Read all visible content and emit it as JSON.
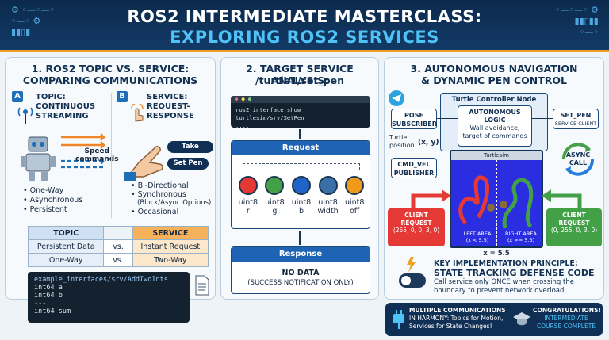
{
  "header": {
    "title_line1": "ROS2 INTERMEDIATE MASTERCLASS:",
    "title_line2": "EXPLORING ROS2 SERVICES"
  },
  "panel1": {
    "title_line1": "1. ROS2 TOPIC VS. SERVICE:",
    "title_line2": "COMPARING COMMUNICATIONS",
    "topic": {
      "badge": "A",
      "title_line1": "TOPIC:",
      "title_line2": "CONTINUOUS",
      "title_line3": "STREAMING",
      "arrow_label_line1": "Speed",
      "arrow_label_line2": "commands",
      "bullets": [
        "One-Way",
        "Asynchronous",
        "Persistent"
      ]
    },
    "service": {
      "badge": "B",
      "title_line1": "SERVICE:",
      "title_line2": "REQUEST-",
      "title_line3": "RESPONSE",
      "button1": "Take Picture",
      "button2": "Set Pen",
      "bullets": [
        "Bi-Directional",
        "Synchronous",
        "(Block/Async Options)",
        "Occasional"
      ]
    },
    "table": {
      "head": [
        "TOPIC",
        "",
        "SERVICE"
      ],
      "rows": [
        [
          "Persistent Data",
          "vs.",
          "Instant Request"
        ],
        [
          "One-Way",
          "vs.",
          "Two-Way"
        ]
      ]
    },
    "code": {
      "line1": "example_interfaces/srv/AddTwoInts",
      "line2": "int64 a",
      "line3": "int64 b",
      "line4": "---",
      "line5": "int64 sum"
    }
  },
  "panel2": {
    "title_line1": "2. TARGET SERVICE ANALYSIS:",
    "title_line2": "/turtle1/set_pen",
    "cmd": "ros2 interface show turtlesim/srv/SetPen",
    "cmd_more": "....",
    "request_label": "Request",
    "fields": [
      {
        "type": "uint8",
        "name": "r",
        "color": "#e53935"
      },
      {
        "type": "uint8",
        "name": "g",
        "color": "#43a047"
      },
      {
        "type": "uint8",
        "name": "b",
        "color": "#1e63c8"
      },
      {
        "type": "uint8",
        "name": "width",
        "color": "#3b6fa8"
      },
      {
        "type": "uint8",
        "name": "off",
        "color": "#f09a1a"
      }
    ],
    "response_label": "Response",
    "response_line1": "NO DATA",
    "response_line2": "(SUCCESS NOTIFICATION ONLY)"
  },
  "panel3": {
    "title_line1": "3. AUTONOMOUS NAVIGATION",
    "title_line2": "& DYNAMIC PEN CONTROL",
    "controller_title": "Turtle Controller Node",
    "pose_line1": "POSE",
    "pose_line2": "SUBSCRIBER",
    "logic_line1": "AUTONOMOUS",
    "logic_line2": "LOGIC",
    "logic_line3": "Wall avoidance,",
    "logic_line4": "target of commands",
    "setpen_line1": "SET_PEN",
    "setpen_line2": "SERVICE CLIENT",
    "turtle_pos_line1": "Turtle",
    "turtle_pos_line2": "position",
    "xy": "(x, y)",
    "cmdvel_line1": "CMD_VEL",
    "cmdvel_line2": "PUBLISHER",
    "async_line1": "ASYNC",
    "async_line2": "CALL",
    "sim_title": "Turtlesim",
    "client_left_line1": "CLIENT",
    "client_left_line2": "REQUEST",
    "client_left_line3": "(255, 0, 0, 3, 0)",
    "client_right_line1": "CLIENT",
    "client_right_line2": "REQUEST",
    "client_right_line3": "(0, 255, 0, 3, 0)",
    "left_area_line1": "LEFT AREA",
    "left_area_line2": "(x < 5.5)",
    "right_area_line1": "RIGHT AREA",
    "right_area_line2": "(x >= 5.5)",
    "boundary": "x = 5.5",
    "principle_line1": "KEY IMPLEMENTATION PRINCIPLE:",
    "principle_line2": "STATE TRACKING DEFENSE CODE",
    "principle_line3": "Call service only ONCE when crossing the",
    "principle_line4": "boundary to prevent network overload."
  },
  "footer": {
    "left_line1": "MULTIPLE COMMUNICATIONS",
    "left_line2": "IN HARMONY: Topics for Motion,",
    "left_line3": "Services for State Changes!",
    "right_line1": "CONGRATULATIONS!",
    "right_line2": "INTERMEDIATE",
    "right_line3": "COURSE COMPLETE"
  },
  "colors": {
    "navy": "#0c2a4d",
    "accent": "#f0a020",
    "red": "#e53935",
    "green": "#43a047",
    "blue": "#1e6fb8"
  }
}
